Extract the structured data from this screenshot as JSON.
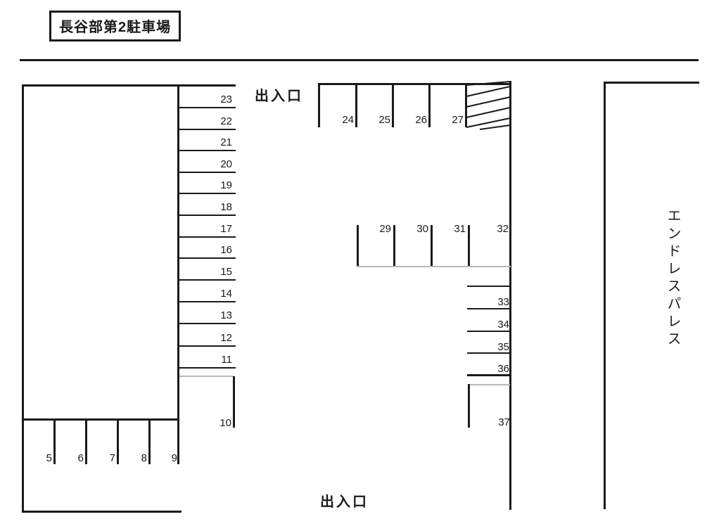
{
  "title": "長谷部第2駐車場",
  "labels": {
    "entrance_top": "出入口",
    "entrance_bottom": "出入口",
    "building": "エンドレスパレス"
  },
  "colors": {
    "line": "#1a1a1a",
    "faint_line": "#b9b9b9",
    "background": "#ffffff"
  },
  "stalls": {
    "left_column": [
      "23",
      "22",
      "21",
      "20",
      "19",
      "18",
      "17",
      "16",
      "15",
      "14",
      "13",
      "12",
      "11"
    ],
    "stall_10": "10",
    "bottom_row": [
      "5",
      "6",
      "7",
      "8",
      "9"
    ],
    "top_row": [
      "24",
      "25",
      "26",
      "27"
    ],
    "middle_row": [
      "29",
      "30",
      "31",
      "32"
    ],
    "right_column": [
      "33",
      "34",
      "35",
      "36"
    ],
    "stall_37": "37"
  }
}
